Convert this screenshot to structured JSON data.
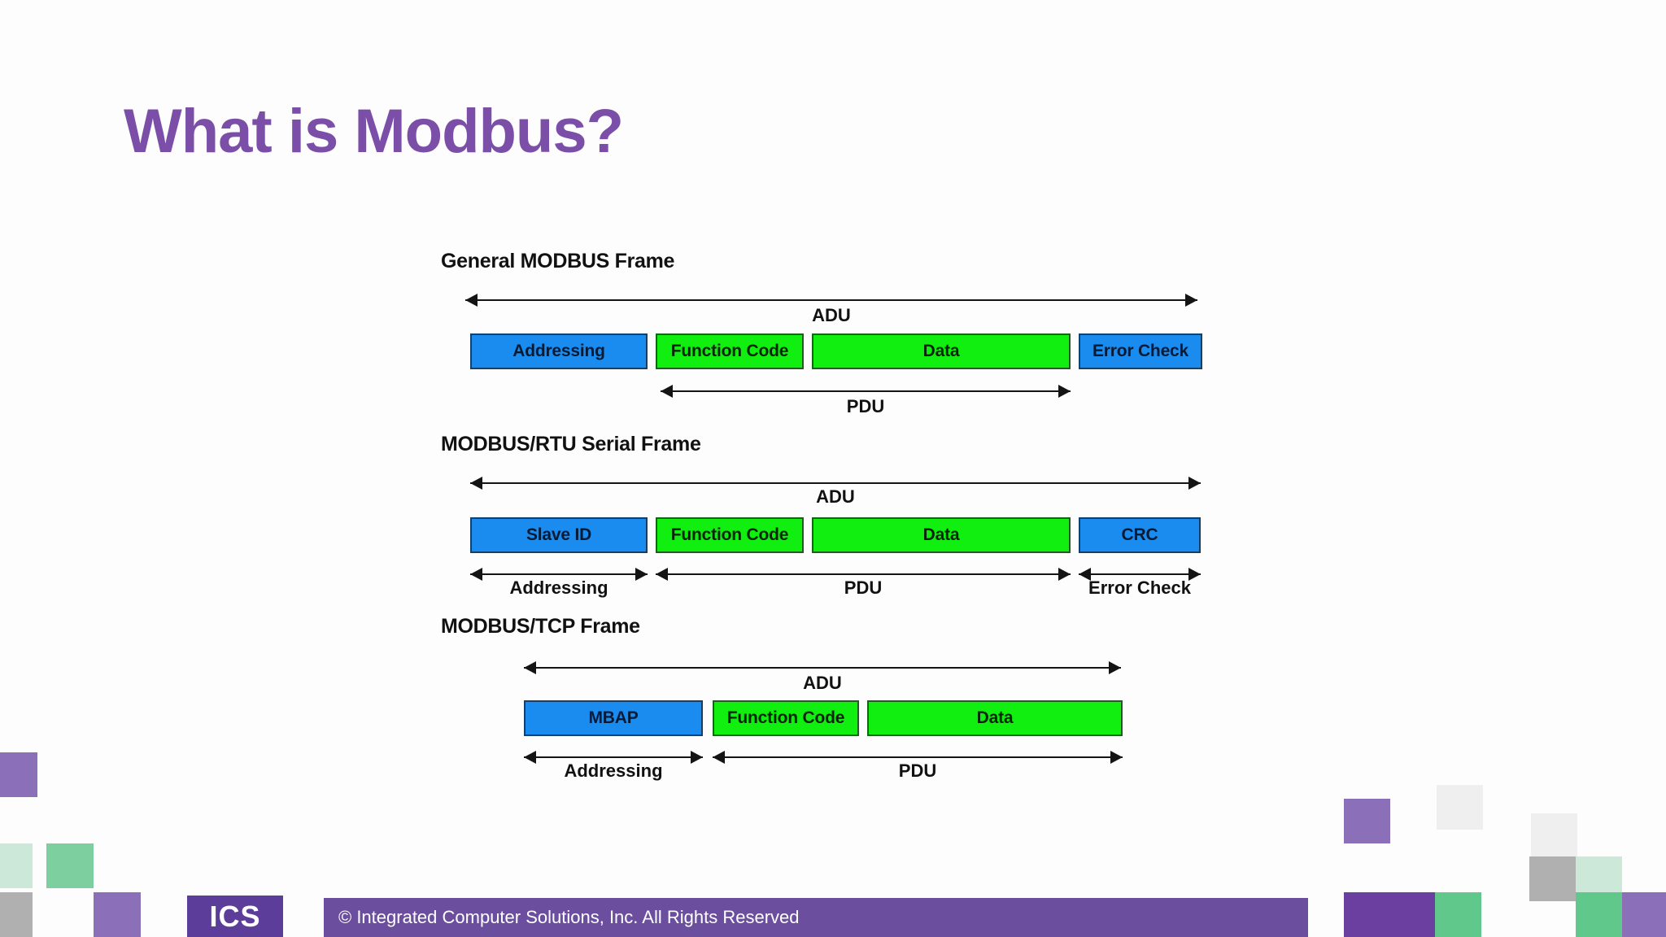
{
  "slide": {
    "title": "What is Modbus?",
    "title_color": "#7B4FA8",
    "background": "#FDFDFE"
  },
  "diagram": {
    "name": "modbus-frame-structure-diagram",
    "colors": {
      "addressing_block": "#1A8CF0",
      "payload_block": "#11EF11",
      "outline": "#1B1B1B",
      "arrow": "#141414"
    },
    "frames": [
      {
        "title": "General MODBUS Frame",
        "top_axis_label": "ADU",
        "cells": [
          {
            "label": "Addressing",
            "color": "blue"
          },
          {
            "label": "Function Code",
            "color": "green"
          },
          {
            "label": "Data",
            "color": "green"
          },
          {
            "label": "Error Check",
            "color": "blue"
          }
        ],
        "bottom_axis_labels": [
          "PDU"
        ]
      },
      {
        "title": "MODBUS/RTU Serial Frame",
        "top_axis_label": "ADU",
        "cells": [
          {
            "label": "Slave ID",
            "color": "blue"
          },
          {
            "label": "Function Code",
            "color": "green"
          },
          {
            "label": "Data",
            "color": "green"
          },
          {
            "label": "CRC",
            "color": "blue"
          }
        ],
        "bottom_axis_labels": [
          "Addressing",
          "PDU",
          "Error Check"
        ]
      },
      {
        "title": "MODBUS/TCP Frame",
        "top_axis_label": "ADU",
        "cells": [
          {
            "label": "MBAP",
            "color": "blue"
          },
          {
            "label": "Function Code",
            "color": "green"
          },
          {
            "label": "Data",
            "color": "green"
          }
        ],
        "bottom_axis_labels": [
          "Addressing",
          "PDU"
        ]
      }
    ]
  },
  "footer": {
    "copyright": "© Integrated Computer Solutions, Inc. All Rights Reserved",
    "bar_color": "#6B4E9E",
    "logo_text": "ICS",
    "logo_color": "#5C3D99"
  },
  "decor": {
    "purple": "#8B6FB8",
    "purple_dark": "#6B3FA0",
    "green": "#5FC88A",
    "green_light": "#CCE8D8",
    "gray": "#B0B0B0",
    "gray_light": "#EFEFEF"
  }
}
